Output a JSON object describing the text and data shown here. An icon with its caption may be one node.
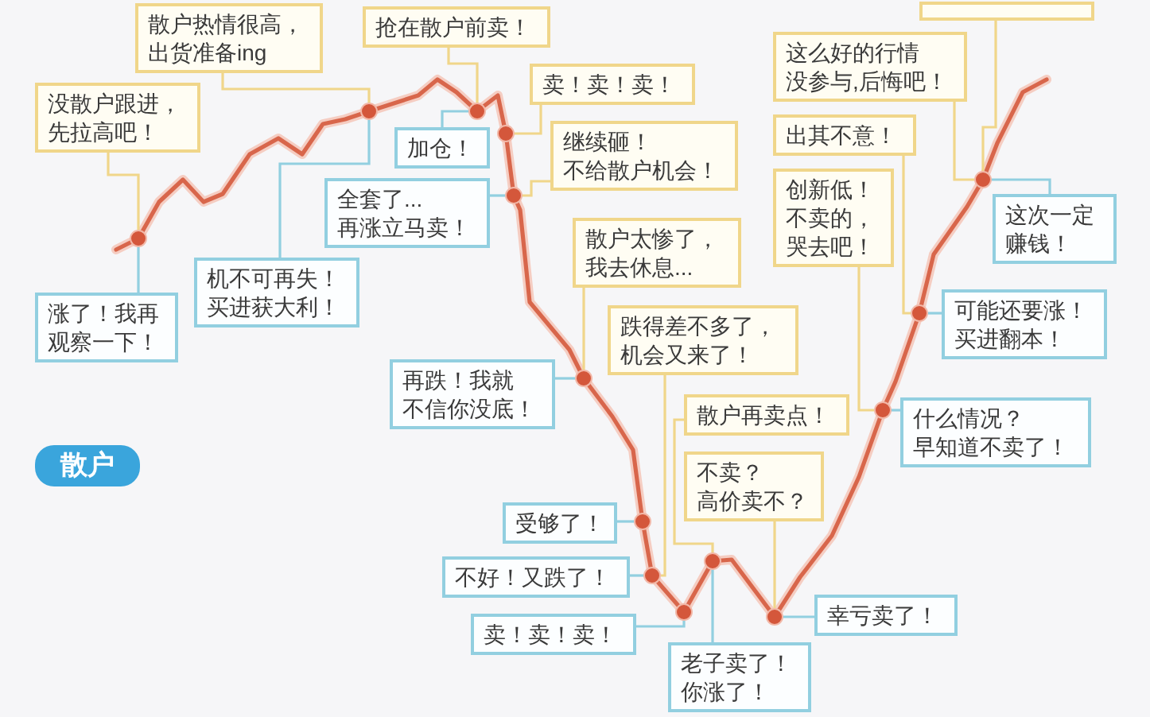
{
  "diagram": {
    "nodes": [
      {
        "text": [
          "散户热情很高，出货准备ing"
        ]
      },
      {
        "text": [
          "抢在散户前卖！"
        ]
      },
      {
        "text": [],
        "shape": "box"
      },
      {
        "text": [
          "没散户跟进，先拉高吧！"
        ]
      },
      {
        "text": [
          "卖！卖！卖！"
        ]
      },
      {
        "text": [
          "这么好的行情没参与,后悔吧！"
        ]
      },
      {
        "text": [
          "加仓！"
        ]
      },
      {
        "text": [
          "继续砸！不给散户机会！"
        ]
      },
      {
        "text": [
          "出其不意！"
        ]
      },
      {
        "text": [
          "全套了...再涨立马卖！"
        ]
      },
      {
        "text": [
          "创新低！不卖的，哭去吧！"
        ]
      },
      {
        "text": [
          "这次一定赚钱！"
        ]
      },
      {
        "text": [
          "散户太惨了，我去休息..."
        ]
      },
      {
        "text": [
          "机不可再失！买进获大利！"
        ]
      },
      {
        "text": [
          "涨了！我再观察一下！"
        ]
      },
      {
        "text": [
          "可能还要涨！买进翻本！"
        ]
      },
      {
        "text": [
          "跌得差不多了，机会又来了！"
        ]
      },
      {
        "text": [
          "再跌！我就不信你没底！"
        ]
      },
      {
        "text": [
          "散户再卖点！"
        ]
      },
      {
        "text": [
          "什么情况？早知道不卖了！"
        ]
      },
      {
        "text": [
          "不卖？高价卖不？"
        ]
      },
      {
        "text": [
          "受够了！"
        ]
      },
      {
        "text": [
          "不好！又跌了！"
        ]
      },
      {
        "text": [
          "幸亏卖了！"
        ]
      },
      {
        "text": [
          "卖！卖！卖！"
        ]
      },
      {
        "text": [
          "老子卖了！你涨了！"
        ]
      },
      {
        "text": [],
        "shape": "circle"
      },
      {
        "text": [],
        "shape": "circle"
      },
      {
        "text": [],
        "shape": "circle"
      },
      {
        "text": [],
        "shape": "circle"
      },
      {
        "text": [],
        "shape": "circle"
      },
      {
        "text": [],
        "shape": "circle"
      },
      {
        "text": [],
        "shape": "circle"
      },
      {
        "text": [],
        "shape": "circle"
      },
      {
        "text": [],
        "shape": "circle"
      },
      {
        "text": [],
        "shape": "circle"
      },
      {
        "text": [],
        "shape": "circle"
      },
      {
        "text": [],
        "shape": "circle"
      },
      {
        "text": [],
        "shape": "circle"
      },
      {
        "text": [],
        "shape": "circle"
      }
    ],
    "edges": [
      {
        "from": 0,
        "to": 27,
        "arrow": "none",
        "color": "#f0d68a"
      },
      {
        "from": 1,
        "to": 28,
        "arrow": "none",
        "color": "#f0d68a"
      },
      {
        "from": 2,
        "to": 39,
        "arrow": "none",
        "color": "#f0d68a"
      },
      {
        "from": 3,
        "to": 26,
        "arrow": "none",
        "color": "#f0d68a"
      },
      {
        "from": 4,
        "to": 29,
        "arrow": "none",
        "color": "#f0d68a"
      },
      {
        "from": 5,
        "to": 39,
        "arrow": "none",
        "color": "#f0d68a"
      },
      {
        "from": 6,
        "to": 28,
        "arrow": "none",
        "color": "#92cfe0"
      },
      {
        "from": 7,
        "to": 30,
        "arrow": "none",
        "color": "#f0d68a"
      },
      {
        "from": 8,
        "to": 38,
        "arrow": "none",
        "color": "#f0d68a"
      },
      {
        "from": 9,
        "to": 30,
        "arrow": "none",
        "color": "#92cfe0"
      },
      {
        "from": 10,
        "to": 37,
        "arrow": "none",
        "color": "#f0d68a"
      },
      {
        "from": 11,
        "to": 39,
        "arrow": "none",
        "color": "#92cfe0"
      },
      {
        "from": 12,
        "to": 31,
        "arrow": "none",
        "color": "#f0d68a"
      },
      {
        "from": 13,
        "to": 27,
        "arrow": "none",
        "color": "#92cfe0"
      },
      {
        "from": 14,
        "to": 26,
        "arrow": "none",
        "color": "#92cfe0"
      },
      {
        "from": 15,
        "to": 38,
        "arrow": "none",
        "color": "#92cfe0"
      },
      {
        "from": 16,
        "to": 33,
        "arrow": "none",
        "color": "#f0d68a"
      },
      {
        "from": 17,
        "to": 31,
        "arrow": "none",
        "color": "#92cfe0"
      },
      {
        "from": 18,
        "to": 35,
        "arrow": "none",
        "color": "#f0d68a"
      },
      {
        "from": 19,
        "to": 37,
        "arrow": "none",
        "color": "#92cfe0"
      },
      {
        "from": 20,
        "to": 36,
        "arrow": "none",
        "color": "#f0d68a"
      },
      {
        "from": 21,
        "to": 32,
        "arrow": "none",
        "color": "#92cfe0"
      },
      {
        "from": 22,
        "to": 33,
        "arrow": "none",
        "color": "#92cfe0"
      },
      {
        "from": 23,
        "to": 36,
        "arrow": "none",
        "color": "#92cfe0"
      },
      {
        "from": 24,
        "to": 34,
        "arrow": "none",
        "color": "#92cfe0"
      },
      {
        "from": 25,
        "to": 35,
        "arrow": "none",
        "color": "#92cfe0"
      }
    ],
    "labels": [
      "散户"
    ]
  }
}
